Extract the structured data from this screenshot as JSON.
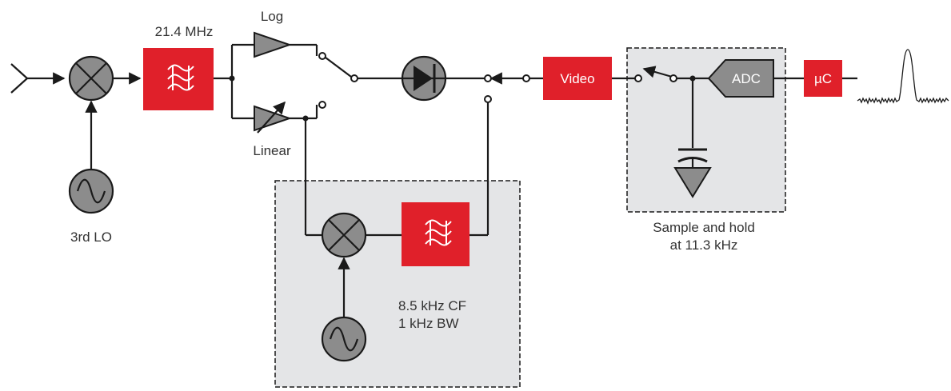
{
  "labels": {
    "if_freq": "21.4 MHz",
    "log": "Log",
    "linear": "Linear",
    "lo3": "3rd LO",
    "video": "Video",
    "adc": "ADC",
    "uc": "µC",
    "sample_hold_1": "Sample and hold",
    "sample_hold_2": "at 11.3 kHz",
    "filter_cf": "8.5 kHz CF",
    "filter_bw": "1 kHz BW"
  },
  "colors": {
    "accent_red": "#e0202a",
    "component_gray": "#8c8c8c",
    "panel_fill": "#e4e5e7",
    "line": "#1a1a1a"
  },
  "icons": {
    "antenna": "antenna-icon",
    "mixer": "mixer-icon",
    "filter": "bandpass-filter-icon",
    "oscillator": "oscillator-icon",
    "diode": "diode-icon",
    "amplifier": "amplifier-icon",
    "capacitor": "capacitor-icon",
    "ground": "ground-icon",
    "switch": "switch-icon"
  }
}
